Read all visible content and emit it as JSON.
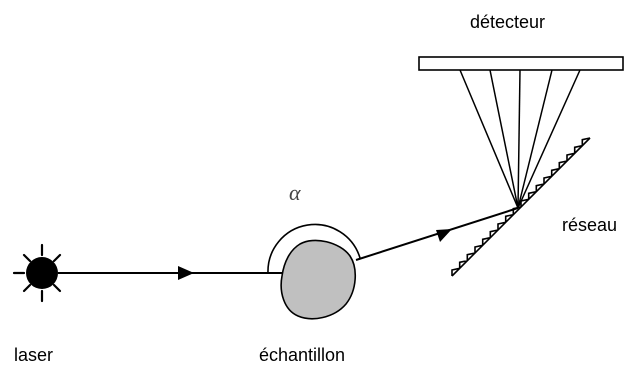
{
  "labels": {
    "detector": "détecteur",
    "grating": "réseau",
    "laser": "laser",
    "sample": "échantillon",
    "angle": "α"
  },
  "colors": {
    "ink": "#000000",
    "sample_fill": "#c0c0c0",
    "background": "#ffffff"
  }
}
